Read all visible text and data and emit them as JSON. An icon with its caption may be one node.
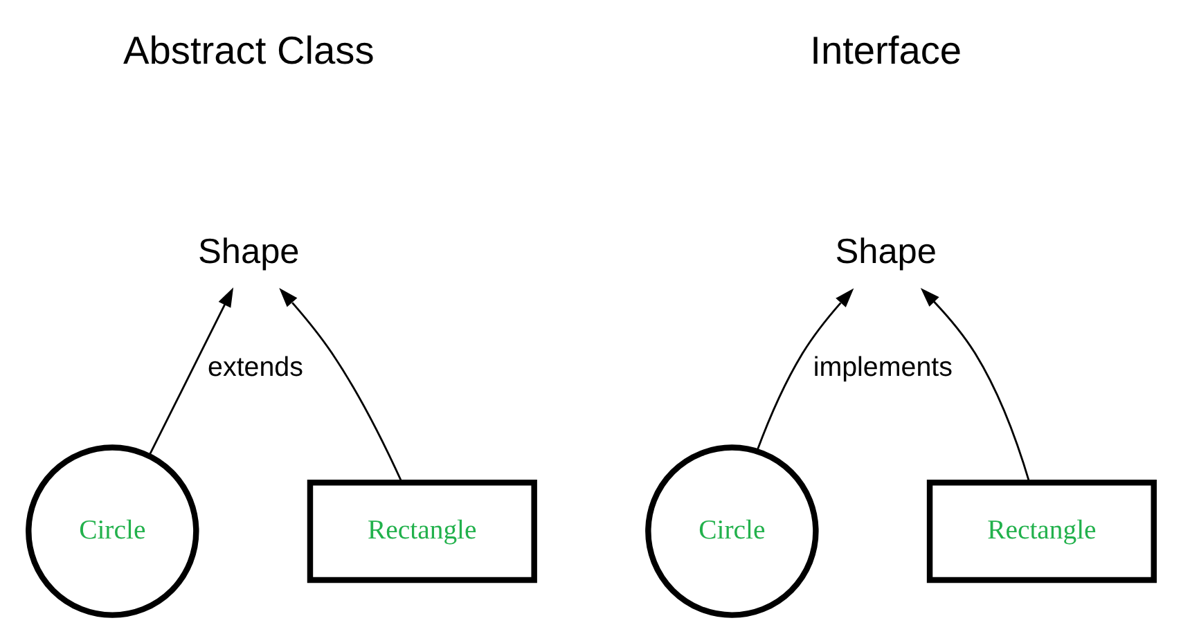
{
  "diagram": {
    "nodes": [
      {
        "text": [
          "Shape"
        ]
      },
      {
        "text": [
          "Circle"
        ]
      },
      {
        "text": [
          "Rectangle"
        ]
      },
      {
        "text": [
          "Shape"
        ]
      },
      {
        "text": [
          "Circle"
        ]
      },
      {
        "text": [
          "Rectangle"
        ]
      }
    ],
    "edges": [
      {
        "from": 1,
        "to": 0,
        "arrow": "to",
        "label": "extends"
      },
      {
        "from": 2,
        "to": 0,
        "arrow": "to"
      },
      {
        "from": 4,
        "to": 3,
        "arrow": "to",
        "label": "implements"
      },
      {
        "from": 5,
        "to": 3,
        "arrow": "to"
      }
    ],
    "labels": [
      "Abstract Class",
      "Interface"
    ]
  }
}
